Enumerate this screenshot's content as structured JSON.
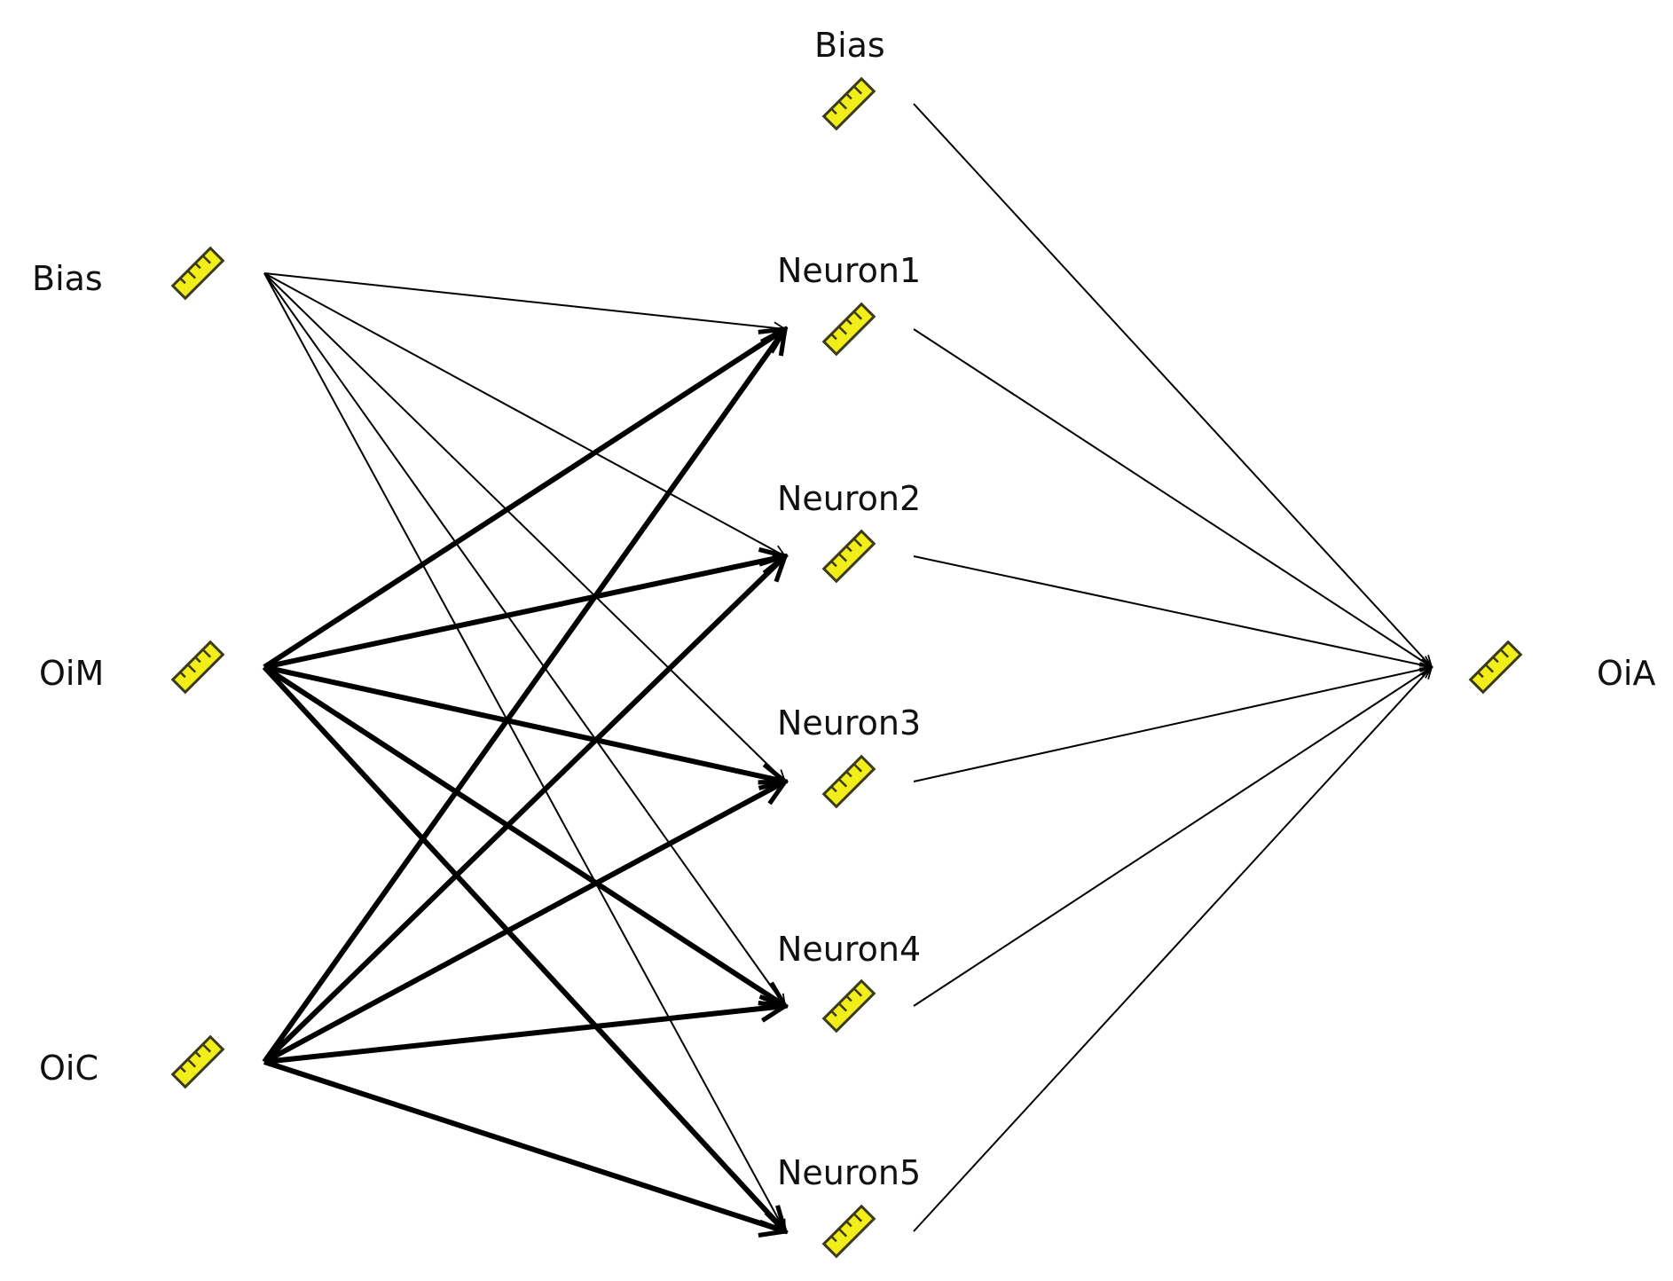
{
  "nodes": {
    "input_bias": "Bias",
    "input_oim": "OiM",
    "input_oic": "OiC",
    "hidden_bias": "Bias",
    "neuron1": "Neuron1",
    "neuron2": "Neuron2",
    "neuron3": "Neuron3",
    "neuron4": "Neuron4",
    "neuron5": "Neuron5",
    "output_oia": "OiA"
  },
  "edges": [
    {
      "from": "input_bias",
      "to": "neuron1",
      "weight": "thin"
    },
    {
      "from": "input_bias",
      "to": "neuron2",
      "weight": "thin"
    },
    {
      "from": "input_bias",
      "to": "neuron3",
      "weight": "thin"
    },
    {
      "from": "input_bias",
      "to": "neuron4",
      "weight": "thin"
    },
    {
      "from": "input_bias",
      "to": "neuron5",
      "weight": "thin"
    },
    {
      "from": "input_oim",
      "to": "neuron1",
      "weight": "thick"
    },
    {
      "from": "input_oim",
      "to": "neuron2",
      "weight": "thick"
    },
    {
      "from": "input_oim",
      "to": "neuron3",
      "weight": "thick"
    },
    {
      "from": "input_oim",
      "to": "neuron4",
      "weight": "thick"
    },
    {
      "from": "input_oim",
      "to": "neuron5",
      "weight": "thick"
    },
    {
      "from": "input_oic",
      "to": "neuron1",
      "weight": "thick"
    },
    {
      "from": "input_oic",
      "to": "neuron2",
      "weight": "thick"
    },
    {
      "from": "input_oic",
      "to": "neuron3",
      "weight": "thick"
    },
    {
      "from": "input_oic",
      "to": "neuron4",
      "weight": "thick"
    },
    {
      "from": "input_oic",
      "to": "neuron5",
      "weight": "thick"
    },
    {
      "from": "hidden_bias",
      "to": "output_oia",
      "weight": "thin"
    },
    {
      "from": "neuron1",
      "to": "output_oia",
      "weight": "thin"
    },
    {
      "from": "neuron2",
      "to": "output_oia",
      "weight": "thin"
    },
    {
      "from": "neuron3",
      "to": "output_oia",
      "weight": "thin"
    },
    {
      "from": "neuron4",
      "to": "output_oia",
      "weight": "thin"
    },
    {
      "from": "neuron5",
      "to": "output_oia",
      "weight": "thin"
    }
  ],
  "icon": "ruler-icon",
  "colors": {
    "icon_fill": "#f2ee1a",
    "icon_stroke": "#3b3b1a",
    "edge": "#000000",
    "text": "#111111"
  }
}
